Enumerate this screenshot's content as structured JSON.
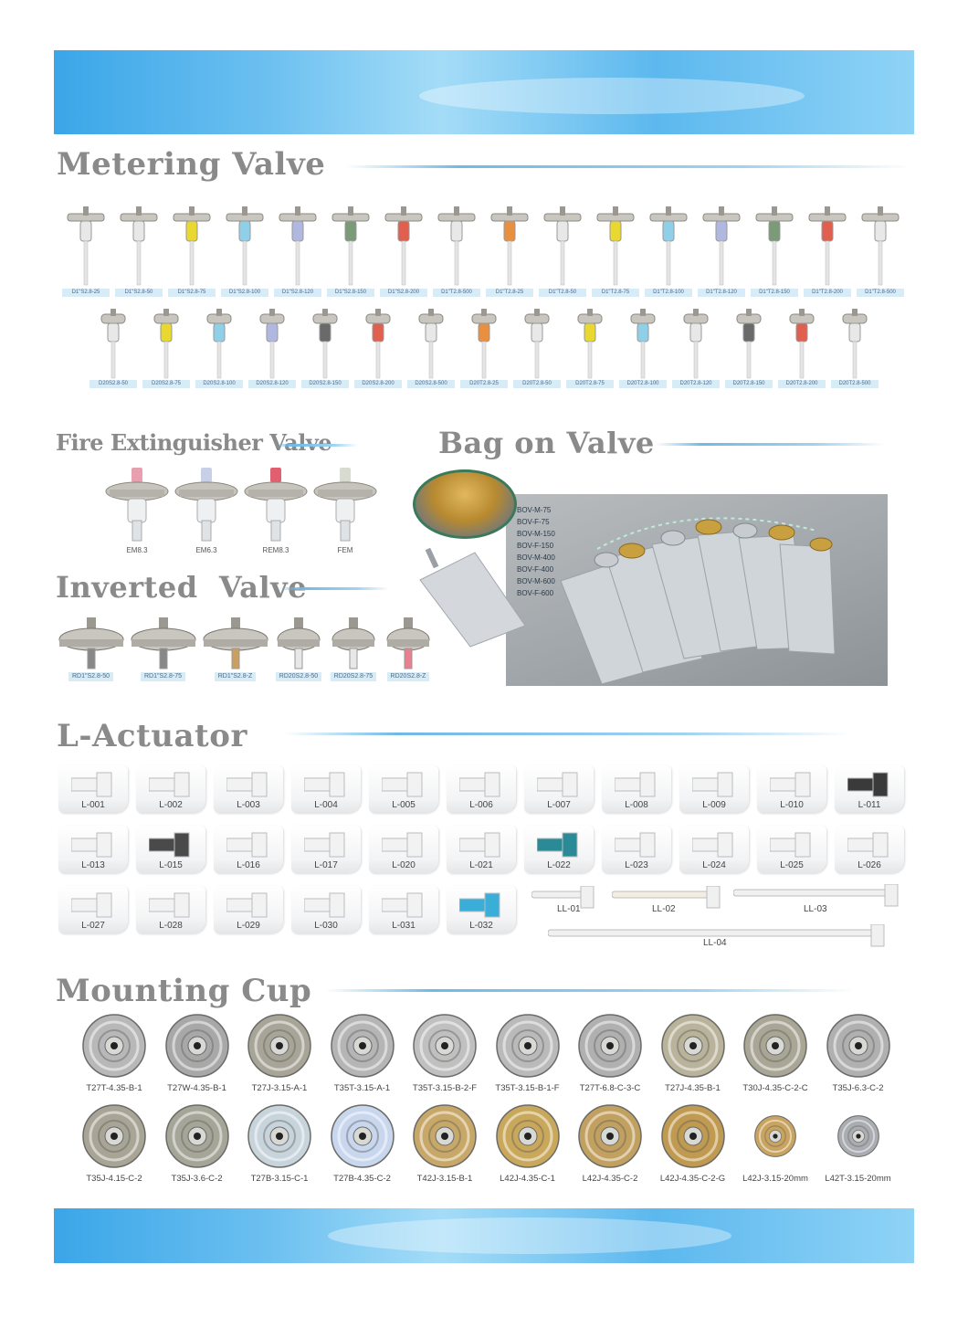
{
  "sections": {
    "metering": "Metering Valve",
    "fire": "Fire Extinguisher Valve",
    "bov": "Bag on Valve",
    "inverted": "Inverted  Valve",
    "actuator": "L-Actuator",
    "cup": "Mounting Cup"
  },
  "metering_row1": [
    {
      "label": "D1\"S2.8-25",
      "color": "#e8e8e8"
    },
    {
      "label": "D1\"S2.8-50",
      "color": "#e8e8e8"
    },
    {
      "label": "D1\"S2.8-75",
      "color": "#e8d830"
    },
    {
      "label": "D1\"S2.8-100",
      "color": "#8fd0e8"
    },
    {
      "label": "D1\"S2.8-120",
      "color": "#b0b8e0"
    },
    {
      "label": "D1\"S2.8-150",
      "color": "#7a9a78"
    },
    {
      "label": "D1\"S2.8-200",
      "color": "#e06050"
    },
    {
      "label": "D1\"T2.8-500",
      "color": "#e8e8e8"
    },
    {
      "label": "D1\"T2.8-25",
      "color": "#e89040"
    },
    {
      "label": "D1\"T2.8-50",
      "color": "#e8e8e8"
    },
    {
      "label": "D1\"T2.8-75",
      "color": "#e8d830"
    },
    {
      "label": "D1\"T2.8-100",
      "color": "#8fd0e8"
    },
    {
      "label": "D1\"T2.8-120",
      "color": "#b0b8e0"
    },
    {
      "label": "D1\"T2.8-150",
      "color": "#7a9a78"
    },
    {
      "label": "D1\"T2.8-200",
      "color": "#e06050"
    },
    {
      "label": "D1\"T2.8-500",
      "color": "#e8e8e8"
    }
  ],
  "metering_row2": [
    {
      "label": "D20S2.8-50",
      "color": "#e8e8e8"
    },
    {
      "label": "D20S2.8-75",
      "color": "#e8d830"
    },
    {
      "label": "D20S2.8-100",
      "color": "#8fd0e8"
    },
    {
      "label": "D20S2.8-120",
      "color": "#b0b8e0"
    },
    {
      "label": "D20S2.8-150",
      "color": "#6a6a6a"
    },
    {
      "label": "D20S2.8-200",
      "color": "#e06050"
    },
    {
      "label": "D20S2.8-500",
      "color": "#e8e8e8"
    },
    {
      "label": "D20T2.8-25",
      "color": "#e89040"
    },
    {
      "label": "D20T2.8-50",
      "color": "#e8e8e8"
    },
    {
      "label": "D20T2.8-75",
      "color": "#e8d830"
    },
    {
      "label": "D20T2.8-100",
      "color": "#8fd0e8"
    },
    {
      "label": "D20T2.8-120",
      "color": "#e8e8e8"
    },
    {
      "label": "D20T2.8-150",
      "color": "#6a6a6a"
    },
    {
      "label": "D20T2.8-200",
      "color": "#e06050"
    },
    {
      "label": "D20T2.8-500",
      "color": "#e8e8e8"
    }
  ],
  "fire_valves": [
    "EM8.3",
    "EM6.3",
    "REM8.3",
    "FEM"
  ],
  "inverted_valves": [
    "RD1\"S2.8-50",
    "RD1\"S2.8-75",
    "RD1\"S2.8-Z",
    "RD20S2.8-50",
    "RD20S2.8-75",
    "RD20S2.8-Z"
  ],
  "bov_list": [
    "BOV-M-75",
    "BOV-F-75",
    "BOV-M-150",
    "BOV-F-150",
    "BOV-M-400",
    "BOV-F-400",
    "BOV-M-600",
    "BOV-F-600"
  ],
  "actuators": [
    {
      "label": "L-001",
      "color": "#f2f2f2"
    },
    {
      "label": "L-002",
      "color": "#f2f2f2"
    },
    {
      "label": "L-003",
      "color": "#f2f2f2"
    },
    {
      "label": "L-004",
      "color": "#f2f2f2"
    },
    {
      "label": "L-005",
      "color": "#f2f2f2"
    },
    {
      "label": "L-006",
      "color": "#f2f2f2"
    },
    {
      "label": "L-007",
      "color": "#f2f2f2"
    },
    {
      "label": "L-008",
      "color": "#f2f2f2"
    },
    {
      "label": "L-009",
      "color": "#f2f2f2"
    },
    {
      "label": "L-010",
      "color": "#f2f2f2"
    },
    {
      "label": "L-011",
      "color": "#3a3a3a"
    },
    {
      "label": "L-013",
      "color": "#f2f2f2"
    },
    {
      "label": "L-015",
      "color": "#4a4a4a"
    },
    {
      "label": "L-016",
      "color": "#f2f2f2"
    },
    {
      "label": "L-017",
      "color": "#f2f2f2"
    },
    {
      "label": "L-020",
      "color": "#f2f2f2"
    },
    {
      "label": "L-021",
      "color": "#f2f2f2"
    },
    {
      "label": "L-022",
      "color": "#2a8a95"
    },
    {
      "label": "L-023",
      "color": "#f2f2f2"
    },
    {
      "label": "L-024",
      "color": "#f2f2f2"
    },
    {
      "label": "L-025",
      "color": "#f2f2f2"
    },
    {
      "label": "L-026",
      "color": "#f2f2f2"
    },
    {
      "label": "L-027",
      "color": "#f2f2f2"
    },
    {
      "label": "L-028",
      "color": "#f2f2f2"
    },
    {
      "label": "L-029",
      "color": "#f2f2f2"
    },
    {
      "label": "L-030",
      "color": "#f2f2f2"
    },
    {
      "label": "L-031",
      "color": "#f2f2f2"
    },
    {
      "label": "L-032",
      "color": "#3aaed8"
    }
  ],
  "long_actuators": [
    "LL-01",
    "LL-02",
    "LL-03",
    "LL-04"
  ],
  "cups_row1": [
    {
      "label": "T27T-4.35-B-1",
      "color": "#b8b8b8"
    },
    {
      "label": "T27W-4.35-B-1",
      "color": "#a8a8a8"
    },
    {
      "label": "T27J-3.15-A-1",
      "color": "#a8a598"
    },
    {
      "label": "T35T-3.15-A-1",
      "color": "#b5b5b5"
    },
    {
      "label": "T35T-3.15-B-2-F",
      "color": "#c0c0c0"
    },
    {
      "label": "T35T-3.15-B-1-F",
      "color": "#bababa"
    },
    {
      "label": "T27T-6.8-C-3-C",
      "color": "#b0b0b0"
    },
    {
      "label": "T27J-4.35-B-1",
      "color": "#b8b39a"
    },
    {
      "label": "T30J-4.35-C-2-C",
      "color": "#aaa696"
    },
    {
      "label": "T35J-6.3-C-2",
      "color": "#b0b0b0"
    }
  ],
  "cups_row2": [
    {
      "label": "T35J-4.15-C-2",
      "color": "#a8a596"
    },
    {
      "label": "T35J-3.6-C-2",
      "color": "#a5a598"
    },
    {
      "label": "T27B-3.15-C-1",
      "color": "#c8d4dc"
    },
    {
      "label": "T27B-4.35-C-2",
      "color": "#c8d6ee"
    },
    {
      "label": "T42J-3.15-B-1",
      "color": "#c8a868"
    },
    {
      "label": "L42J-4.35-C-1",
      "color": "#c9a85c"
    },
    {
      "label": "L42J-4.35-C-2",
      "color": "#c2a060"
    },
    {
      "label": "L42J-4.35-C-2-G",
      "color": "#c09a50"
    },
    {
      "label": "L42J-3.15-20mm",
      "color": "#c8a460"
    },
    {
      "label": "L42T-3.15-20mm",
      "color": "#a9acb0"
    }
  ]
}
